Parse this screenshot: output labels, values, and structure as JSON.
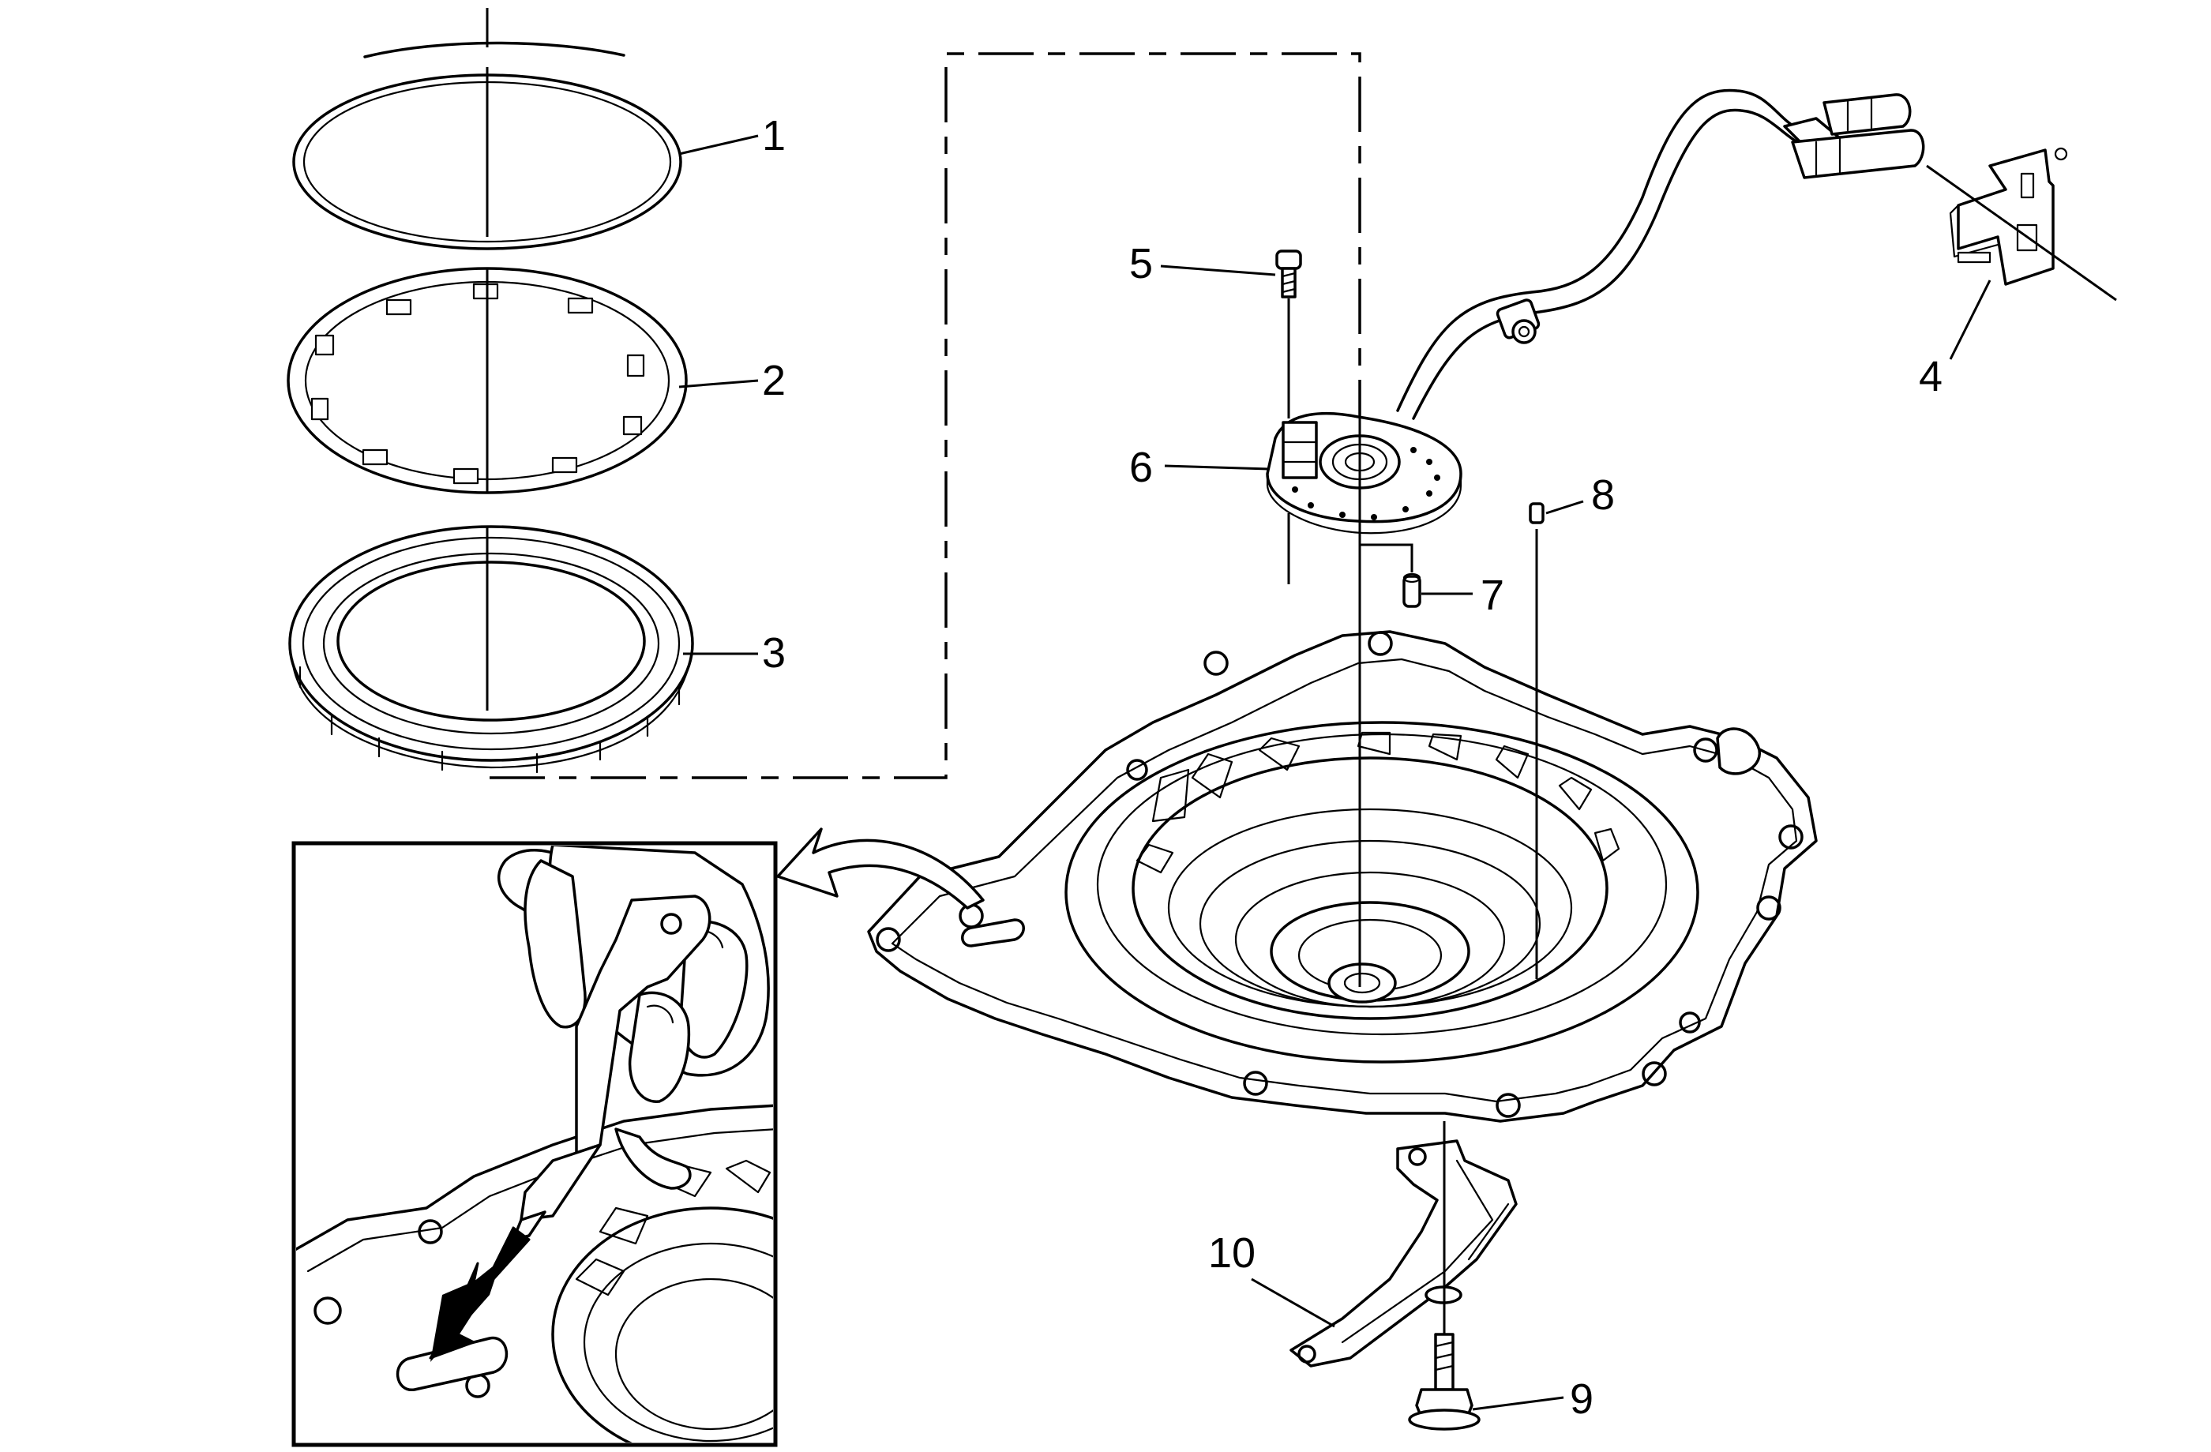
{
  "callouts": [
    {
      "id": "1",
      "label": "1"
    },
    {
      "id": "2",
      "label": "2"
    },
    {
      "id": "3",
      "label": "3"
    },
    {
      "id": "4",
      "label": "4"
    },
    {
      "id": "5",
      "label": "5"
    },
    {
      "id": "6",
      "label": "6"
    },
    {
      "id": "7",
      "label": "7"
    },
    {
      "id": "8",
      "label": "8"
    },
    {
      "id": "9",
      "label": "9"
    },
    {
      "id": "10",
      "label": "10"
    }
  ],
  "icons": {
    "detail_arrow": "curved-arrow-icon",
    "air_direction": "down-left-arrow-icon",
    "hand": "hand-icon",
    "air_nozzle": "air-nozzle-icon"
  },
  "colors": {
    "line": "#000000",
    "background": "#ffffff"
  }
}
